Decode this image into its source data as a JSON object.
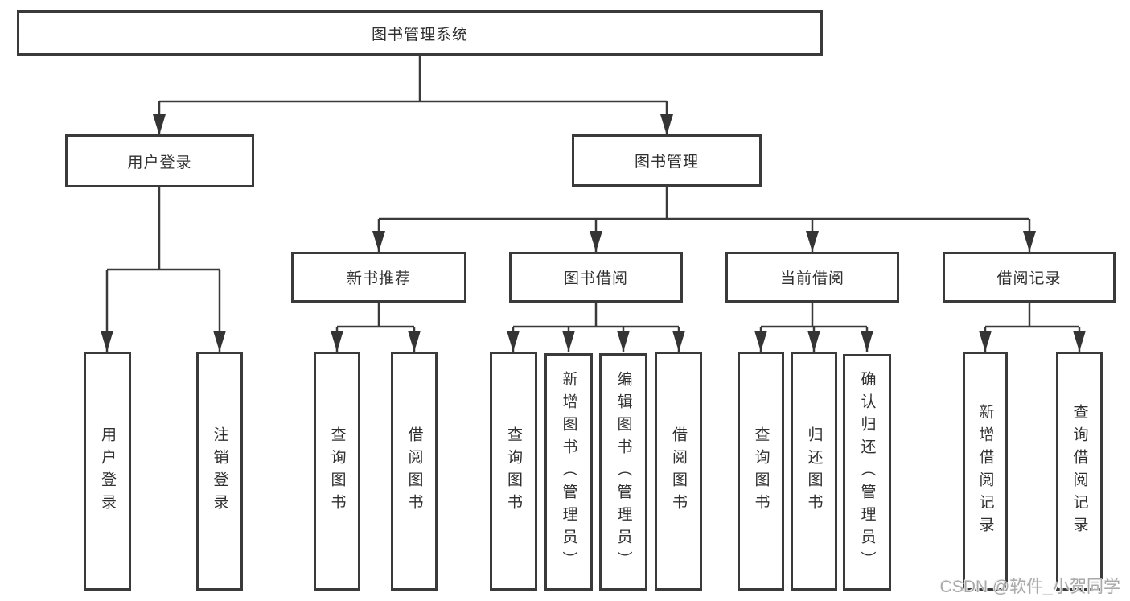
{
  "nodes": {
    "root": {
      "label": "图书管理系统"
    },
    "branches": [
      {
        "label": "用户登录",
        "children": [
          {
            "label": "用户登录"
          },
          {
            "label": "注销登录"
          }
        ]
      },
      {
        "label": "图书管理",
        "children": [
          {
            "label": "新书推荐",
            "children": [
              {
                "label": "查询图书"
              },
              {
                "label": "借阅图书"
              }
            ]
          },
          {
            "label": "图书借阅",
            "children": [
              {
                "label": "查询图书"
              },
              {
                "label": "新增图书（管理员）"
              },
              {
                "label": "编辑图书（管理员）"
              },
              {
                "label": "借阅图书"
              }
            ]
          },
          {
            "label": "当前借阅",
            "children": [
              {
                "label": "查询图书"
              },
              {
                "label": "归还图书"
              },
              {
                "label": "确认归还（管理员）"
              }
            ]
          },
          {
            "label": "借阅记录",
            "children": [
              {
                "label": "新增借阅记录"
              },
              {
                "label": "查询借阅记录"
              }
            ]
          }
        ]
      }
    ]
  },
  "watermark": "CSDN @软件_小贺同学",
  "colors": {
    "line": "#3a3a3a",
    "box_border": "#3a3a3a",
    "text": "#303030",
    "watermark": "#a9a9a9",
    "background": "#ffffff"
  }
}
